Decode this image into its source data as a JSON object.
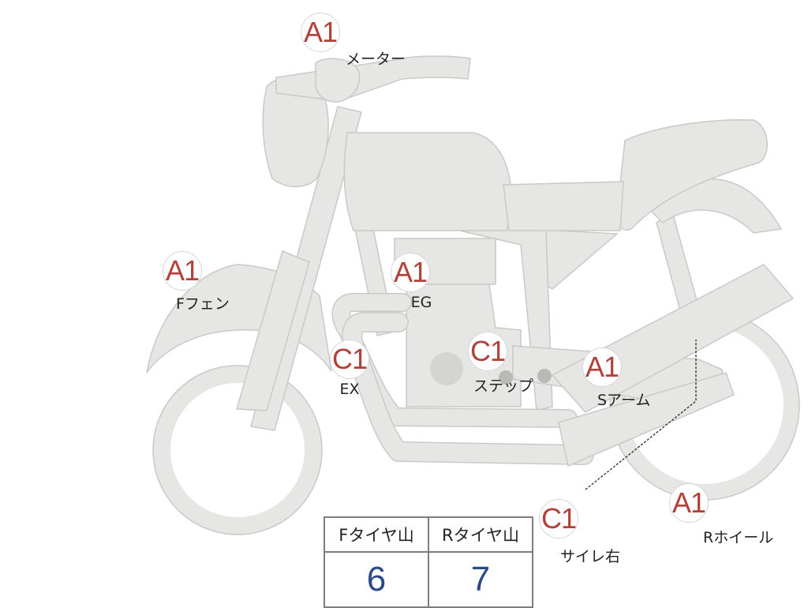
{
  "markers": [
    {
      "id": "meter",
      "grade": "A1",
      "label": "メーター"
    },
    {
      "id": "front-fender",
      "grade": "A1",
      "label": "Fフェン"
    },
    {
      "id": "engine",
      "grade": "A1",
      "label": "EG"
    },
    {
      "id": "exhaust",
      "grade": "C1",
      "label": "EX"
    },
    {
      "id": "step",
      "grade": "C1",
      "label": "ステップ"
    },
    {
      "id": "swing-arm",
      "grade": "A1",
      "label": "Sアーム"
    },
    {
      "id": "silencer-right",
      "grade": "C1",
      "label": "サイレ右"
    },
    {
      "id": "rear-wheel",
      "grade": "A1",
      "label": "Rホイール"
    }
  ],
  "tire_table": {
    "front_header": "Fタイヤ山",
    "rear_header": "Rタイヤ山",
    "front_value": "6",
    "rear_value": "7"
  },
  "colors": {
    "grade_text": "#b4403a",
    "table_value": "#2b4a8a",
    "bike_fill": "#e6e6e4"
  }
}
